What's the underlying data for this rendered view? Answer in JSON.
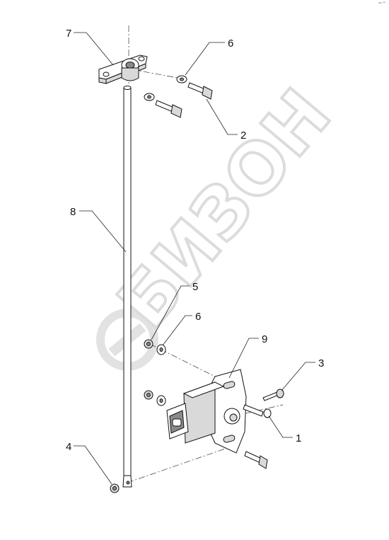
{
  "corner_mark": "ᵃᵖ™",
  "watermark": "БИЗОН",
  "callouts": {
    "c1": "1",
    "c2": "2",
    "c3": "3",
    "c4": "4",
    "c5": "5",
    "c6_top": "6",
    "c6_mid": "6",
    "c7": "7",
    "c8": "8",
    "c9": "9"
  },
  "colors": {
    "line": "#111111",
    "watermark": "#e0e0e0",
    "background": "#ffffff"
  }
}
